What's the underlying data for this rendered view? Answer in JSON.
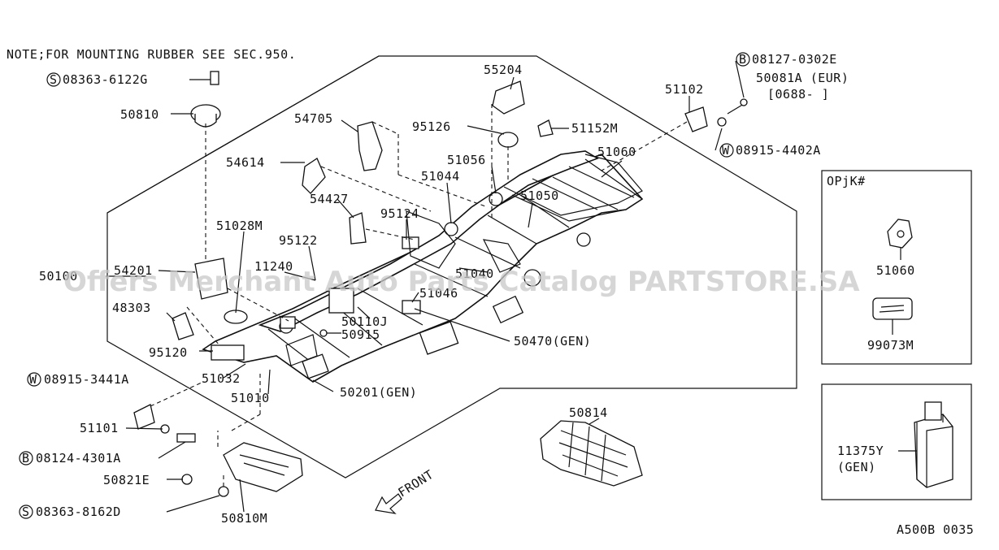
{
  "note": "NOTE;FOR MOUNTING RUBBER SEE SEC.950.",
  "diagram_code": "A500B 0035",
  "front_label": "FRONT",
  "watermark": "Offers Merchant Auto Parts Catalog PARTSTORE.SA",
  "inset_top": {
    "title": "OPjK#",
    "labels": [
      "51060",
      "99073M"
    ]
  },
  "inset_bottom": {
    "label_part": "11375Y",
    "label_note": "(GEN)"
  },
  "labels": {
    "p08363_6122G": "08363-6122G",
    "p50810": "50810",
    "p54705": "54705",
    "p54614": "54614",
    "p54427": "54427",
    "p51028M": "51028M",
    "p95122": "95122",
    "p95124": "95124",
    "p51044": "51044",
    "p51056": "51056",
    "p95126": "95126",
    "p55204": "55204",
    "p51152M": "51152M",
    "p51102": "51102",
    "p08127_0302E": "08127-0302E",
    "p50081A": "50081A (EUR)",
    "p0688": "[0688-   ]",
    "p08915_4402A": "08915-4402A",
    "p51060": "51060",
    "p51050": "51050",
    "p54201": "54201",
    "p11240": "11240",
    "p50100": "50100",
    "p51040": "51040",
    "p51046": "51046",
    "p48303": "48303",
    "p50110J": "50110J",
    "p50915": "50915",
    "p95120": "95120",
    "p50470": "50470(GEN)",
    "p08915_3441A": "08915-3441A",
    "p51032": "51032",
    "p51010": "51010",
    "p50201": "50201(GEN)",
    "p51101": "51101",
    "p08124_4301A": "08124-4301A",
    "p50821E": "50821E",
    "p08363_8162D": "08363-8162D",
    "p50810M": "50810M",
    "p50814": "50814"
  },
  "symbols": {
    "s1": "S",
    "s2": "S",
    "b1": "B",
    "b2": "B",
    "w1": "W",
    "w2": "W"
  }
}
